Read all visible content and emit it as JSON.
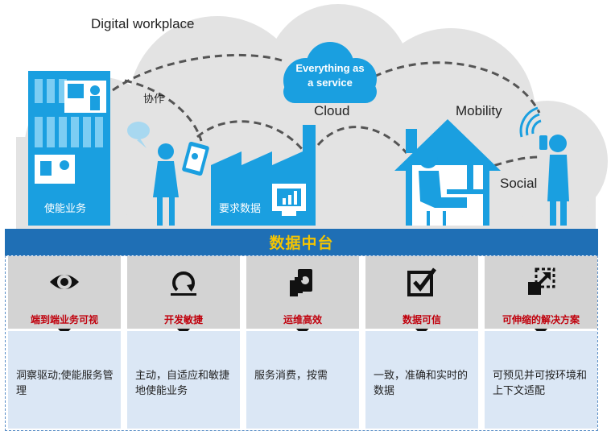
{
  "scene": {
    "title": "Digital workplace",
    "cloud_text_line1": "Everything as",
    "cloud_text_line2": "a service",
    "cloud_label": "Cloud",
    "mobility_label": "Mobility",
    "social_label": "Social",
    "collab_label": "协作",
    "building_label": "使能业务",
    "factory_label": "要求数据"
  },
  "band": {
    "title": "数据中台"
  },
  "columns": [
    {
      "icon": "eye-icon",
      "title": "端到端业务可视",
      "desc": "洞察驱动;使能服务管理"
    },
    {
      "icon": "cycle-arrow-icon",
      "title": "开发敏捷",
      "desc": "主动，自适应和敏捷地使能业务"
    },
    {
      "icon": "money-hand-icon",
      "title": "运维高效",
      "desc": "服务消费，按需"
    },
    {
      "icon": "checkbox-icon",
      "title": "数据可信",
      "desc": "一致，准确和实时的数据"
    },
    {
      "icon": "expand-icon",
      "title": "可伸缩的解决方案",
      "desc": "可预见并可按环境和上下文适配"
    }
  ],
  "colors": {
    "accent_blue": "#1a9fe0",
    "band_blue": "#1f6fb5",
    "band_text": "#f5c400",
    "title_red": "#c0000c"
  }
}
